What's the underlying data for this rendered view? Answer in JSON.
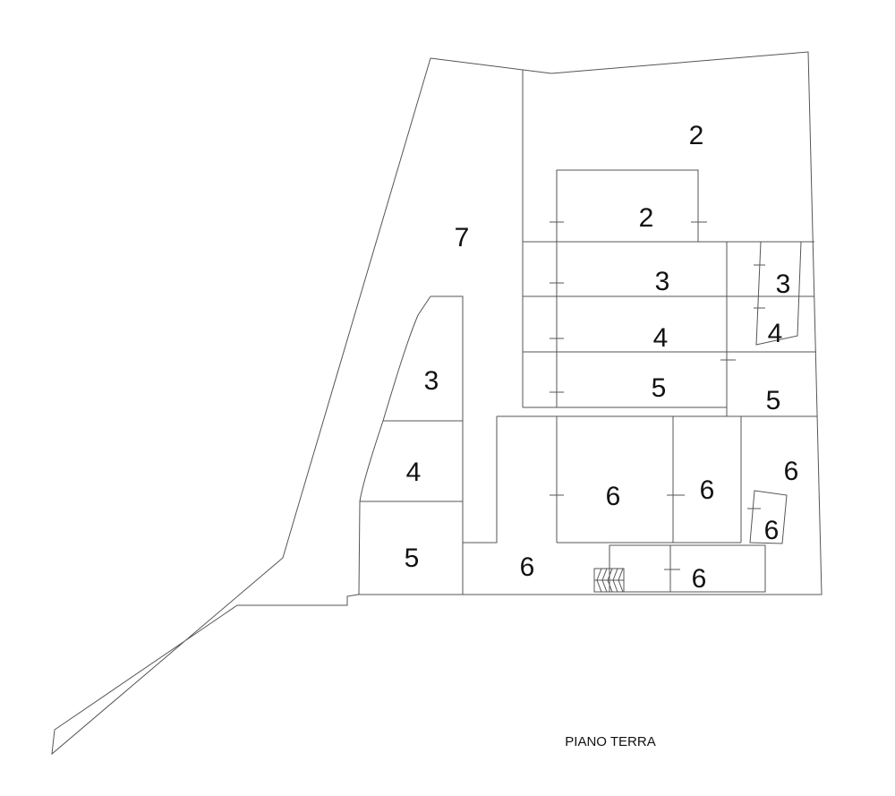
{
  "title": "PIANO TERRA",
  "rooms": {
    "courtyard_top": "2",
    "room_top_inner": "2",
    "passage": "7",
    "main_row_3": "3",
    "side_3": "3",
    "main_row_4": "4",
    "side_4": "4",
    "main_row_5": "5",
    "side_5": "5",
    "left_3": "3",
    "left_4": "4",
    "left_5": "5",
    "block_6_large": "6",
    "block_6_middle": "6",
    "block_6_right": "6",
    "block_6_small": "6",
    "block_6_lower_left": "6",
    "block_6_bottom": "6"
  }
}
